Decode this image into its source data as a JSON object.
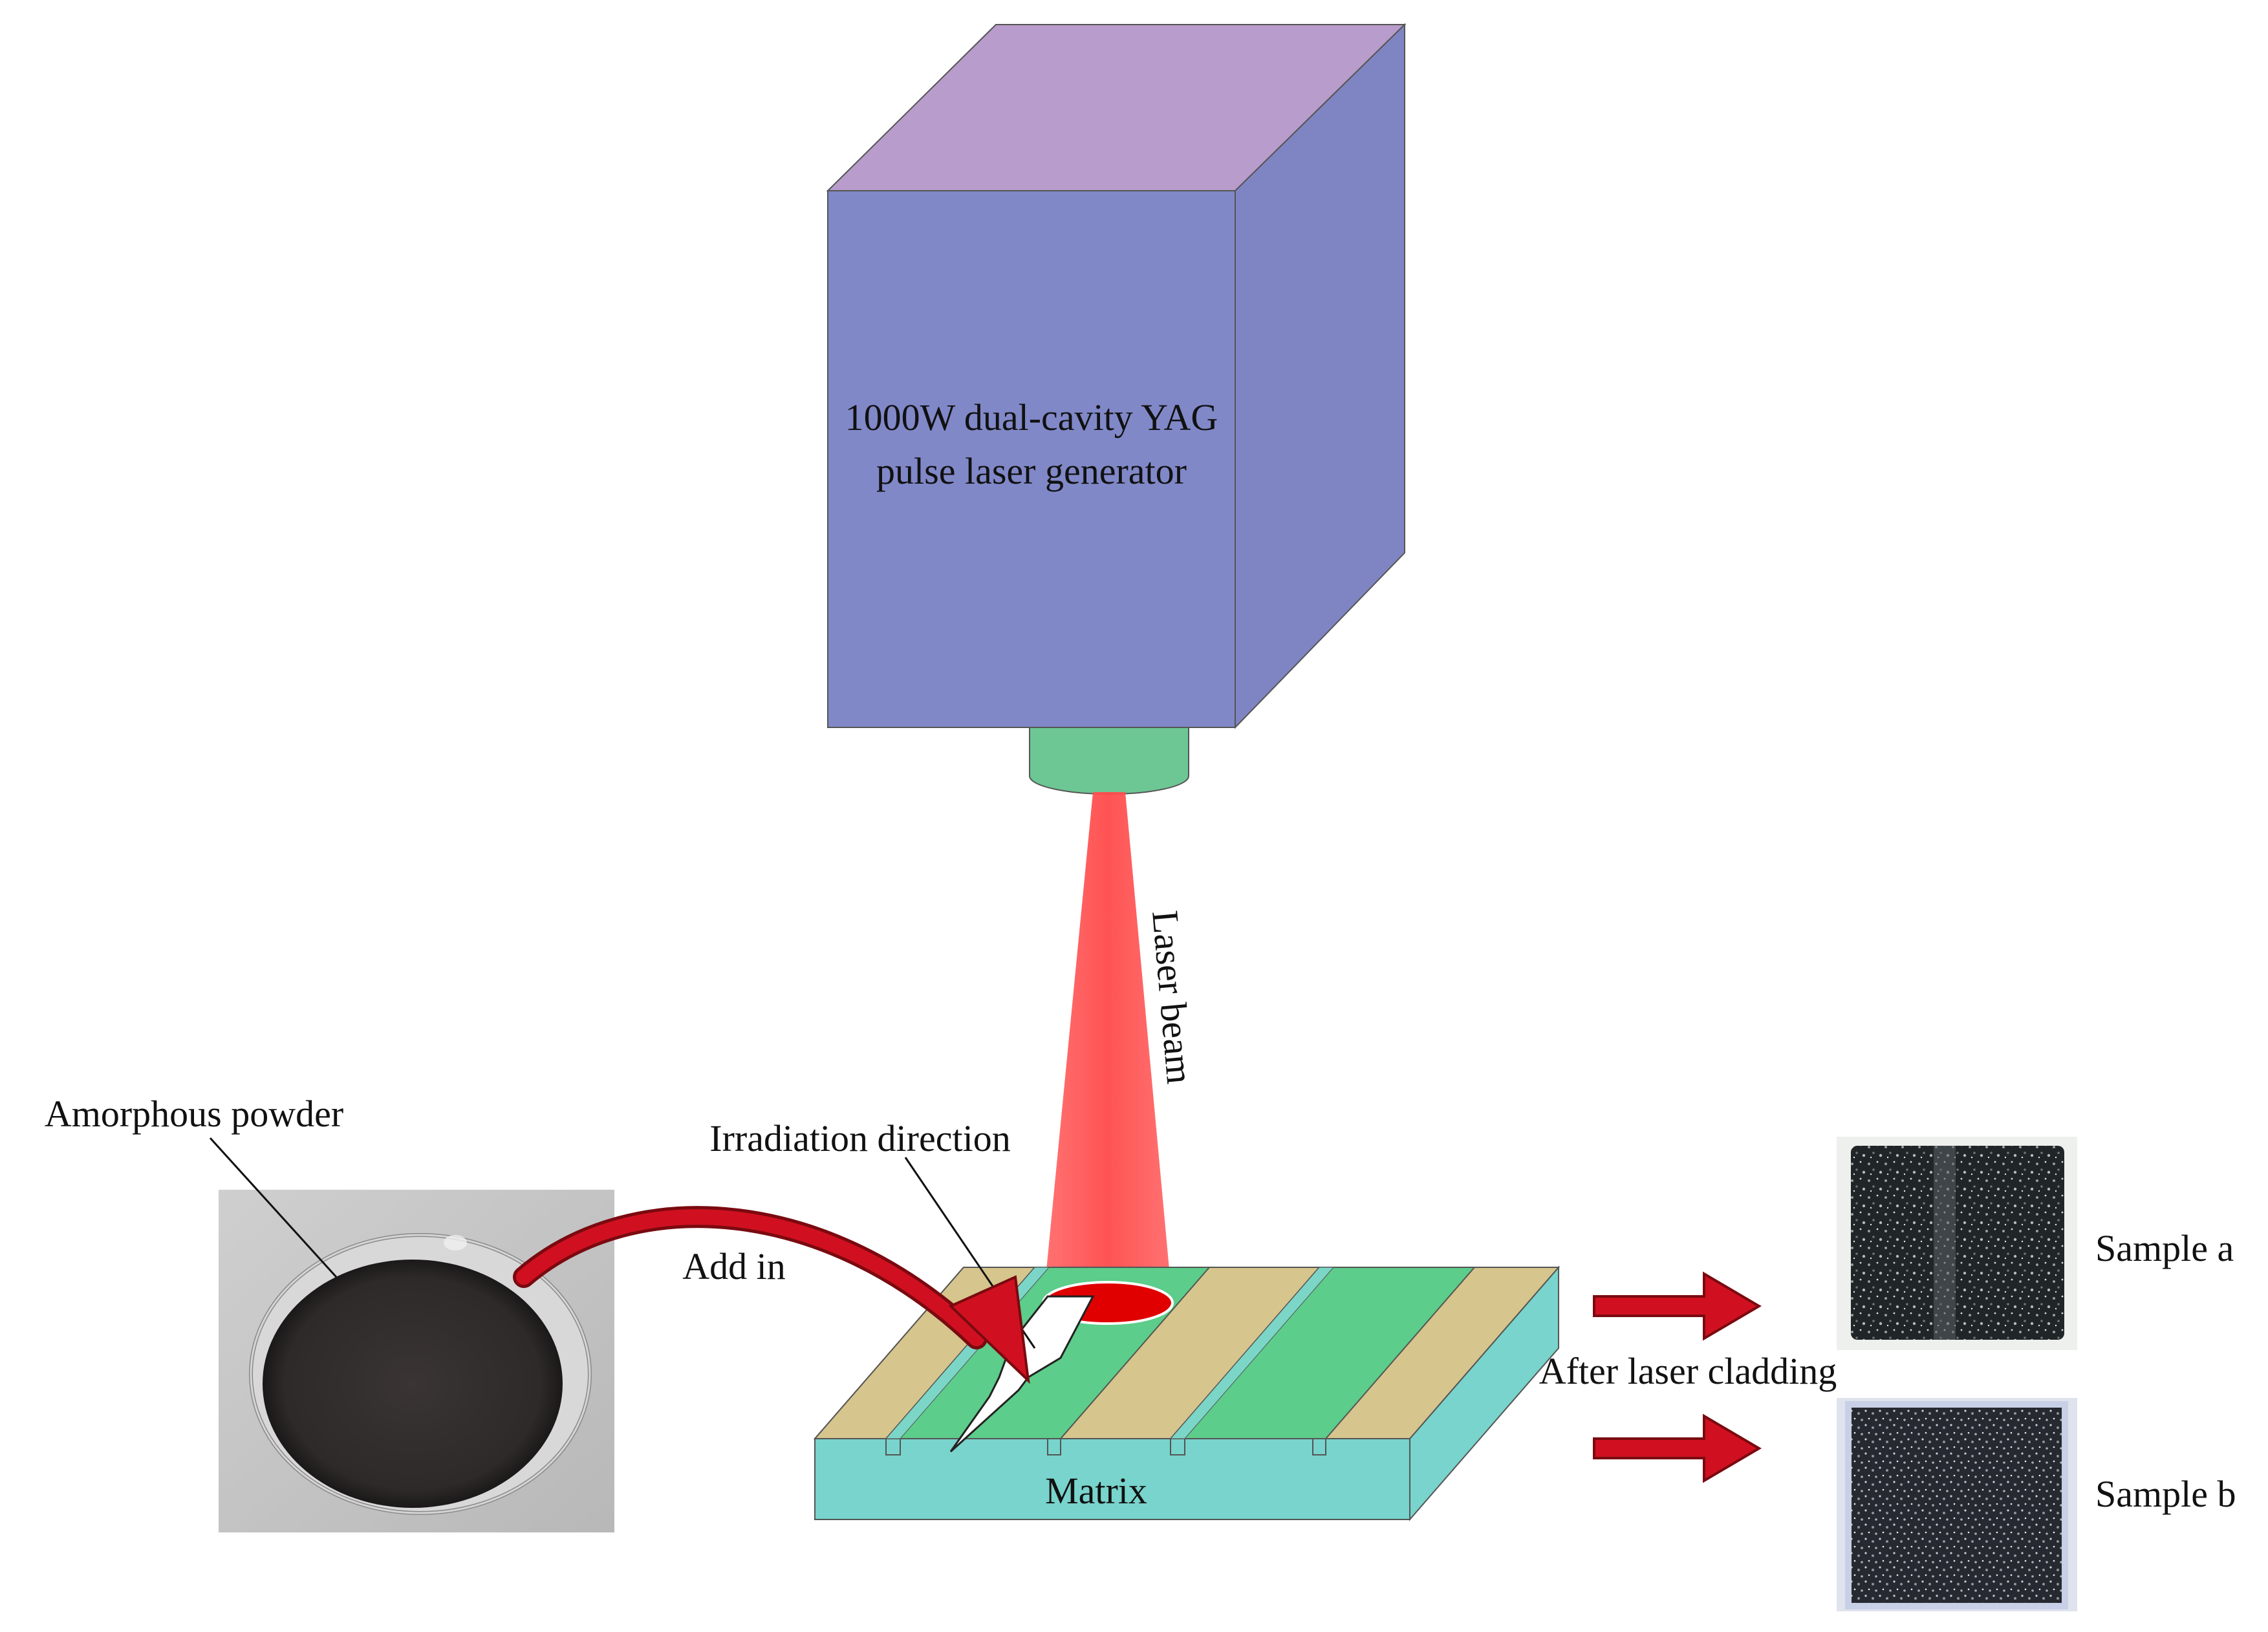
{
  "labels": {
    "generator_line1": "1000W dual-cavity YAG",
    "generator_line2": "pulse laser generator",
    "laser_beam": "Laser beam",
    "amorphous_powder": "Amorphous powder",
    "irradiation_direction": "Irradiation direction",
    "add_in": "Add in",
    "matrix": "Matrix",
    "after_laser_cladding": "After laser cladding",
    "sample_a": "Sample a",
    "sample_b": "Sample b"
  },
  "colors": {
    "cube_front": "#8088c8",
    "cube_top": "#b89ccb",
    "cube_side": "#7f85c3",
    "nozzle": "#6cc794",
    "beam": "#ff5c5c",
    "beam_spot": "#e00000",
    "substrate_top": "#5ccd8a",
    "substrate_side": "#78d4cc",
    "clad_strip": "#d6c58c",
    "arrow": "#d01020",
    "arrow_dark": "#7a0a10",
    "sample_photo": "#1f2326",
    "powder": "#3a3434",
    "photo_bg": "#c8c8c8"
  },
  "icons": {
    "add_in_arrow": "curved-arrow-icon",
    "irradiation_arrow": "white-arrow-icon",
    "sample_arrows": "red-block-arrow-icon"
  }
}
